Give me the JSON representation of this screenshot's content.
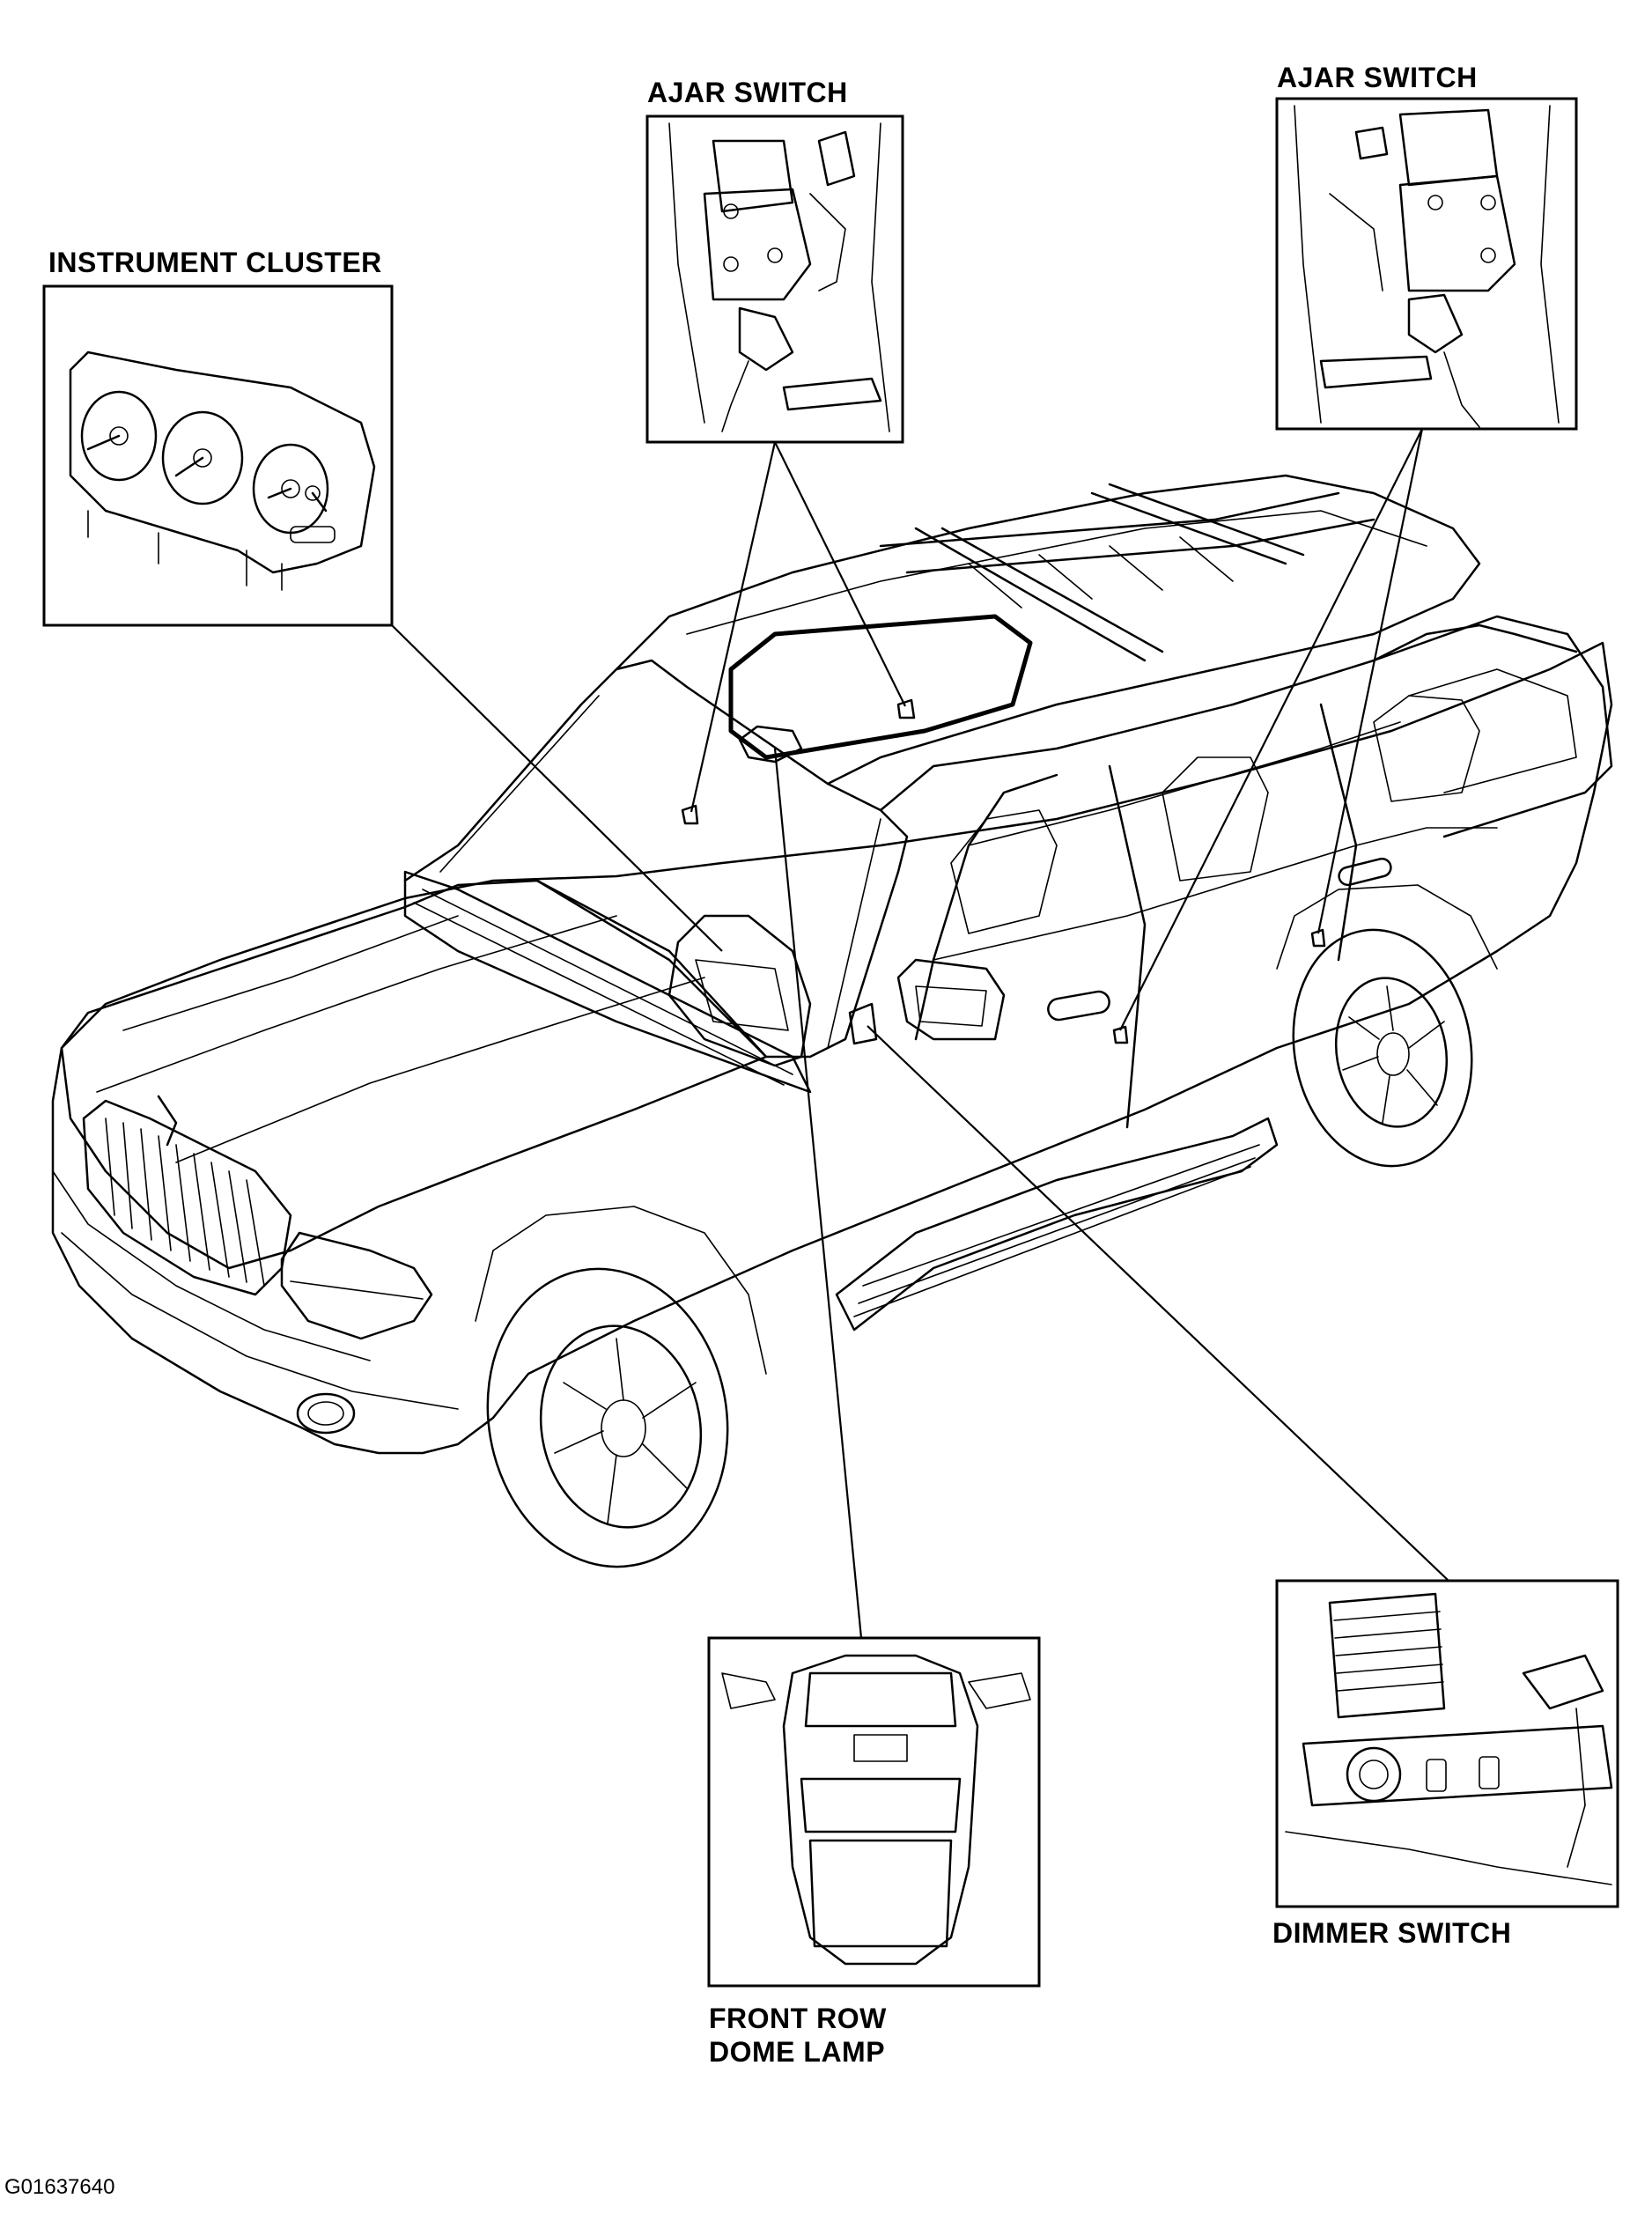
{
  "diagram": {
    "labels": {
      "ajar_switch_left": "AJAR SWITCH",
      "ajar_switch_right": "AJAR SWITCH",
      "instrument_cluster": "INSTRUMENT CLUSTER",
      "dimmer_switch": "DIMMER SWITCH",
      "front_row_dome_lamp_line1": "FRONT ROW",
      "front_row_dome_lamp_line2": "DOME LAMP"
    },
    "figure_code": "G01637640"
  }
}
